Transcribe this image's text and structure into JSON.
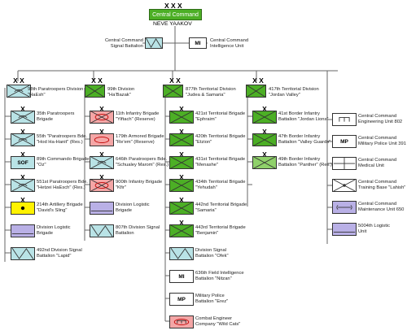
{
  "top": {
    "echelon": "X X X",
    "name": "Central Command",
    "location": "NEVE YAAKOV"
  },
  "hq_units": {
    "signal": {
      "label": "Central Command\nSignal Battalion"
    },
    "intel": {
      "label": "Central Command\nIntelligence Unit",
      "symbol_text": "MI"
    }
  },
  "divisions": [
    {
      "echelon": "X X",
      "label": "98th Paratroopers Division\n\"HaEsh\"",
      "units": [
        {
          "echelon": "X",
          "label": "35th Paratroopers\nBrigade"
        },
        {
          "echelon": "X",
          "label": "55th \"Paratroopers Bde.\n\"Hod Ha-Hanit\" (Res.)"
        },
        {
          "echelon": "X",
          "label": "89th Commando Brigade\n\"Oz\"",
          "symbol_text": "SOF"
        },
        {
          "echelon": "X",
          "label": "551st Paratroopers Bde.\n\"Hetzei HaEsch\" (Res.)"
        },
        {
          "echelon": "X",
          "label": "214th Artillery Brigade\n\"David's Sling\""
        },
        {
          "echelon": "",
          "label": "Division Logistic\nBrigade"
        },
        {
          "echelon": "",
          "label": "492nd Division Signal\nBattalion \"Lapid\""
        }
      ]
    },
    {
      "echelon": "X X",
      "label": "99th Division\n\"Ha'Bazak\"",
      "units": [
        {
          "echelon": "X",
          "label": "11th Infantry Brigade\n\"Yiftach\" (Reserve)"
        },
        {
          "echelon": "X",
          "label": "179th Armored Brigade\n\"Re'em\" (Reserve)"
        },
        {
          "echelon": "X",
          "label": "646th Paratroopers Bde.\n\"Schualey Marom\" (Res.)"
        },
        {
          "echelon": "X",
          "label": "900th Infantry Brigade\n\"Kfir\""
        },
        {
          "echelon": "",
          "label": "Division Logistic\nBrigade"
        },
        {
          "echelon": "",
          "label": "807th Division Signal\nBattalion"
        }
      ]
    },
    {
      "echelon": "X X",
      "label": "877th Territorial Division\n\"Judea & Samaria\"",
      "units": [
        {
          "echelon": "X",
          "label": "421st Territorial Brigade\n\"Ephraim\""
        },
        {
          "echelon": "X",
          "label": "420th Territorial Brigade\n\"Etzion\""
        },
        {
          "echelon": "X",
          "label": "431st Territorial Brigade\n\"Menashe\""
        },
        {
          "echelon": "X",
          "label": "434th Territorial Brigade\n\"Yehudah\""
        },
        {
          "echelon": "X",
          "label": "442nd Territorial Brigade\n\"Samaria\""
        },
        {
          "echelon": "X",
          "label": "443rd Territorial Brigade\n\"Benjamin\""
        },
        {
          "echelon": "",
          "label": "Division Signal\nBattalion \"Ofek\""
        },
        {
          "echelon": "",
          "label": "636th Field Intelligence\nBattalion \"Nitzan\"",
          "symbol_text": "MI"
        },
        {
          "echelon": "",
          "label": "Military Police\nBattalion \"Erez\"",
          "symbol_text": "MP"
        },
        {
          "echelon": "",
          "label": "Combat Engineer\nCompany \"Wild Cats\""
        }
      ]
    },
    {
      "echelon": "X X",
      "label": "417th Territorial Division\n\"Jordan Valley\"",
      "units": [
        {
          "echelon": "X",
          "label": "41st Border Infantry\nBattalion \"Jordan Lions\""
        },
        {
          "echelon": "X",
          "label": "47th Border Infantry\nBattalion \"Valley Guards\""
        },
        {
          "echelon": "X",
          "label": "49th Border Infantry\nBattalion \"Panther\" (Res.)"
        }
      ]
    }
  ],
  "support_units": [
    {
      "label": "Central Command\nEngineering Unit 802"
    },
    {
      "label": "Central Command\nMilitary Police Unit 391",
      "symbol_text": "MP"
    },
    {
      "label": "Central Command\nMedical Unit"
    },
    {
      "label": "Central Command\nTraining Base \"Lahish\""
    },
    {
      "label": "Central Command\nMaintenance Unit 650"
    },
    {
      "label": "5004th Logistic\nUnit"
    }
  ]
}
